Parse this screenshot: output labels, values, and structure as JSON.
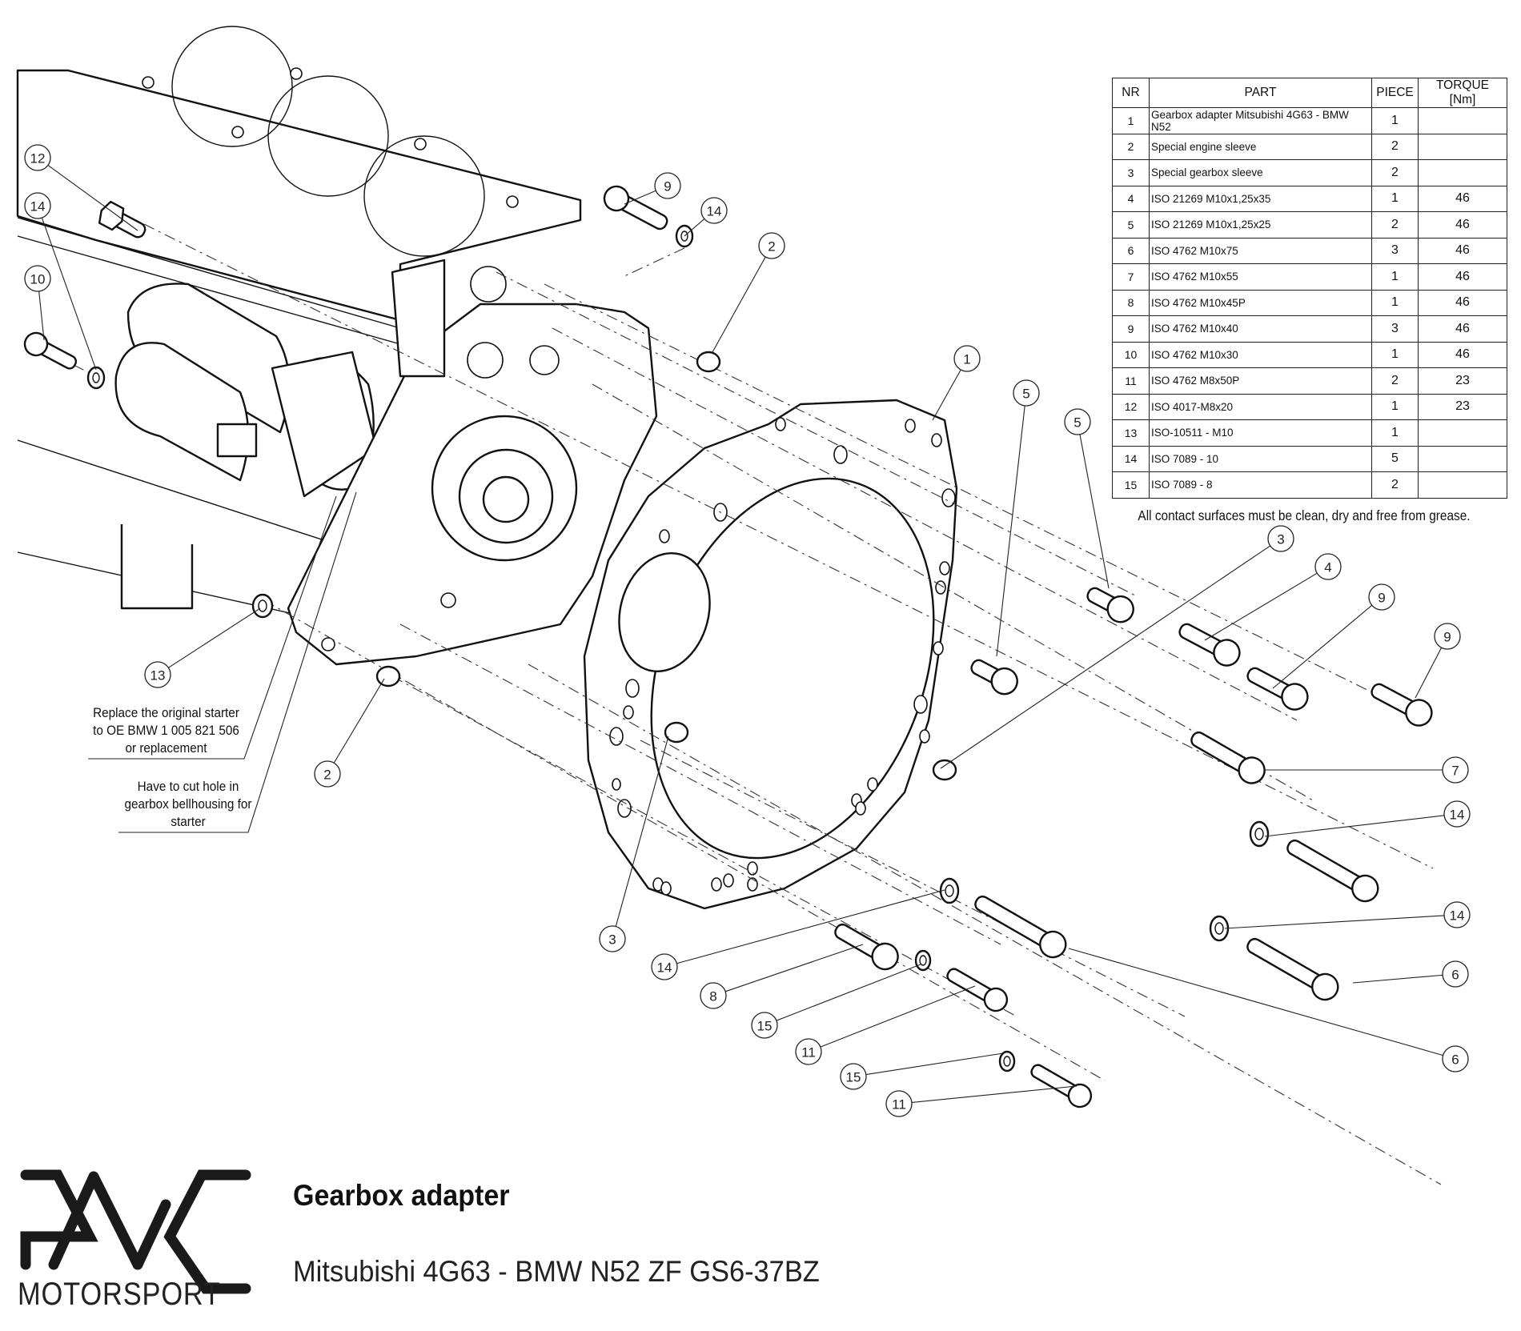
{
  "document": {
    "title": "Gearbox adapter",
    "subtitle": "Mitsubishi 4G63 - BMW N52 ZF GS6-37BZ",
    "brand": "MOTORSPORT",
    "logo_icon": "pmc-monogram-logo"
  },
  "bom": {
    "headers": {
      "nr": "NR",
      "part": "PART",
      "piece": "PIECE",
      "torque": "TORQUE [Nm]"
    },
    "rows": [
      {
        "nr": "1",
        "part": "Gearbox adapter Mitsubishi 4G63 - BMW N52",
        "piece": "1",
        "torque": ""
      },
      {
        "nr": "2",
        "part": "Special engine sleeve",
        "piece": "2",
        "torque": ""
      },
      {
        "nr": "3",
        "part": "Special gearbox sleeve",
        "piece": "2",
        "torque": ""
      },
      {
        "nr": "4",
        "part": "ISO 21269 M10x1,25x35",
        "piece": "1",
        "torque": "46"
      },
      {
        "nr": "5",
        "part": "ISO 21269 M10x1,25x25",
        "piece": "2",
        "torque": "46"
      },
      {
        "nr": "6",
        "part": "ISO 4762 M10x75",
        "piece": "3",
        "torque": "46"
      },
      {
        "nr": "7",
        "part": "ISO 4762 M10x55",
        "piece": "1",
        "torque": "46"
      },
      {
        "nr": "8",
        "part": "ISO 4762 M10x45P",
        "piece": "1",
        "torque": "46"
      },
      {
        "nr": "9",
        "part": "ISO 4762 M10x40",
        "piece": "3",
        "torque": "46"
      },
      {
        "nr": "10",
        "part": "ISO 4762 M10x30",
        "piece": "1",
        "torque": "46"
      },
      {
        "nr": "11",
        "part": "ISO 4762 M8x50P",
        "piece": "2",
        "torque": "23"
      },
      {
        "nr": "12",
        "part": "ISO 4017-M8x20",
        "piece": "1",
        "torque": "23"
      },
      {
        "nr": "13",
        "part": "ISO-10511 - M10",
        "piece": "1",
        "torque": ""
      },
      {
        "nr": "14",
        "part": "ISO 7089 - 10",
        "piece": "5",
        "torque": ""
      },
      {
        "nr": "15",
        "part": "ISO 7089 - 8",
        "piece": "2",
        "torque": ""
      }
    ],
    "note": "All contact surfaces must be clean, dry and free from grease."
  },
  "notes": {
    "starter": [
      "Replace the original starter",
      "to OE BMW 1 005 821 506",
      "or replacement"
    ],
    "cut_hole": [
      "Have to cut hole in",
      "gearbox bellhousing for",
      "starter"
    ]
  },
  "callouts": [
    {
      "label": "12"
    },
    {
      "label": "14"
    },
    {
      "label": "10"
    },
    {
      "label": "9"
    },
    {
      "label": "14"
    },
    {
      "label": "2"
    },
    {
      "label": "1"
    },
    {
      "label": "5"
    },
    {
      "label": "5"
    },
    {
      "label": "13"
    },
    {
      "label": "2"
    },
    {
      "label": "3"
    },
    {
      "label": "4"
    },
    {
      "label": "9"
    },
    {
      "label": "9"
    },
    {
      "label": "7"
    },
    {
      "label": "14"
    },
    {
      "label": "14"
    },
    {
      "label": "6"
    },
    {
      "label": "6"
    },
    {
      "label": "3"
    },
    {
      "label": "14"
    },
    {
      "label": "8"
    },
    {
      "label": "15"
    },
    {
      "label": "11"
    },
    {
      "label": "15"
    },
    {
      "label": "11"
    }
  ]
}
